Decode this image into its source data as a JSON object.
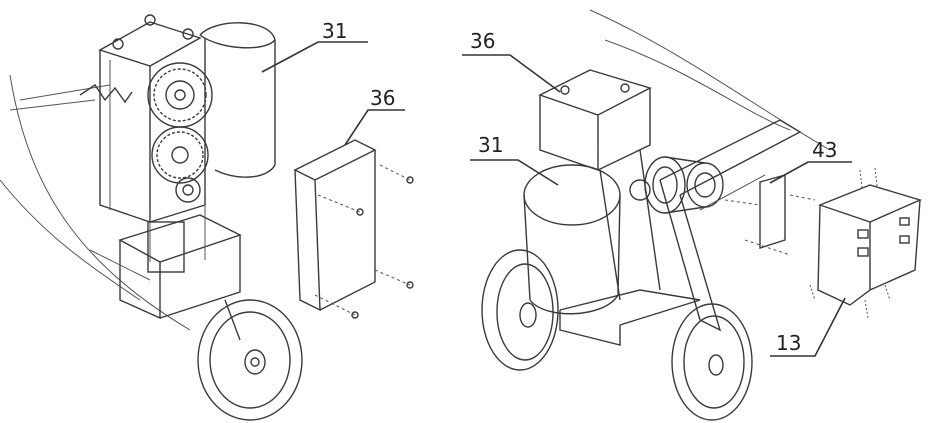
{
  "callouts": {
    "left": {
      "housing": "31",
      "cover": "36"
    },
    "right": {
      "cover": "36",
      "housing": "31",
      "bracket": "43",
      "guard": "13"
    }
  }
}
